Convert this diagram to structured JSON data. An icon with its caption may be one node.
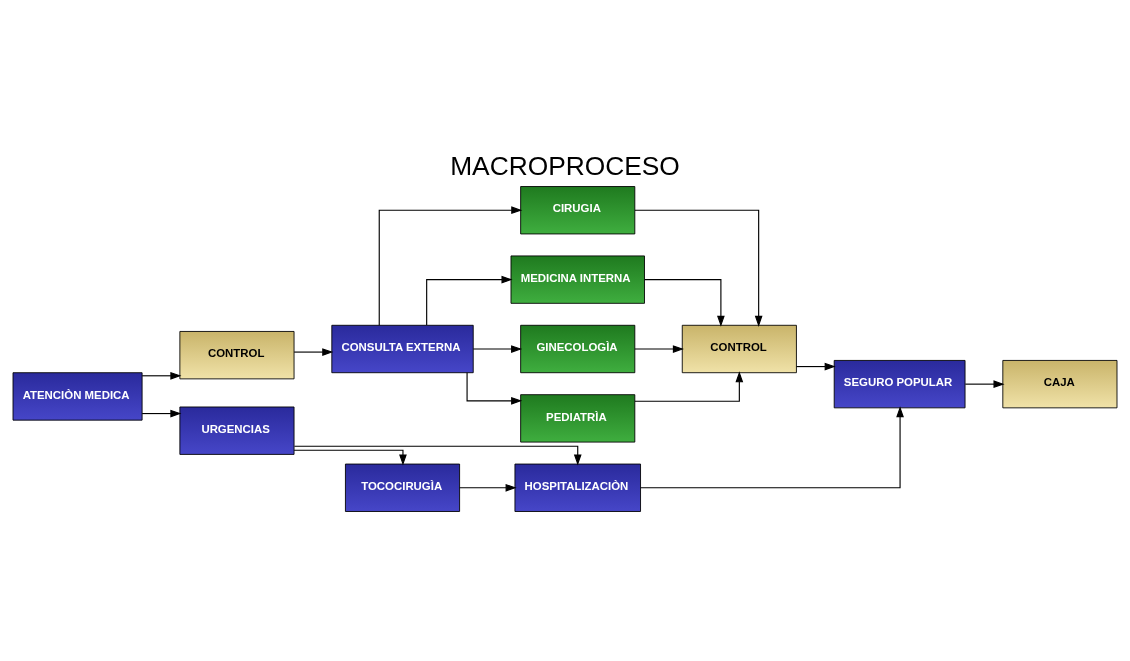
{
  "diagram": {
    "title": "MACROPROCESO",
    "nodes": [
      {
        "text": [
          "ATENCIÒN MEDICA"
        ]
      },
      {
        "text": [
          "CONTROL"
        ]
      },
      {
        "text": [
          "CONSULTA EXTERNA"
        ]
      },
      {
        "text": [
          "CIRUGIA"
        ]
      },
      {
        "text": [
          "MEDICINA INTERNA"
        ]
      },
      {
        "text": [
          "GINECOLOGÌA"
        ]
      },
      {
        "text": [
          "PEDIATRÌA"
        ]
      },
      {
        "text": [
          "CONTROL"
        ]
      },
      {
        "text": [
          "SEGURO POPULAR"
        ]
      },
      {
        "text": [
          "CAJA"
        ]
      },
      {
        "text": [
          "URGENCIAS"
        ]
      },
      {
        "text": [
          "HOSPITALIZACIÒN"
        ]
      },
      {
        "text": [
          "TOCOCIRUGÌA"
        ]
      }
    ],
    "edges": [
      {
        "from": 0,
        "to": 1,
        "arrow": "to"
      },
      {
        "from": 1,
        "to": 2,
        "arrow": "to"
      },
      {
        "from": 2,
        "to": 3,
        "arrow": "to"
      },
      {
        "from": 2,
        "to": 4,
        "arrow": "to"
      },
      {
        "from": 2,
        "to": 5,
        "arrow": "to"
      },
      {
        "from": 2,
        "to": 6,
        "arrow": "to"
      },
      {
        "from": 3,
        "to": 7,
        "arrow": "to"
      },
      {
        "from": 4,
        "to": 7,
        "arrow": "to"
      },
      {
        "from": 5,
        "to": 7,
        "arrow": "to"
      },
      {
        "from": 6,
        "to": 7,
        "arrow": "to"
      },
      {
        "from": 7,
        "to": 8,
        "arrow": "to"
      },
      {
        "from": 8,
        "to": 9,
        "arrow": "to"
      },
      {
        "from": 0,
        "to": 10,
        "arrow": "to"
      },
      {
        "from": 10,
        "to": 11,
        "arrow": "to"
      },
      {
        "from": 10,
        "to": 12,
        "arrow": "to"
      },
      {
        "from": 12,
        "to": 11,
        "arrow": "to"
      },
      {
        "from": 11,
        "to": 8,
        "arrow": "to"
      }
    ]
  }
}
